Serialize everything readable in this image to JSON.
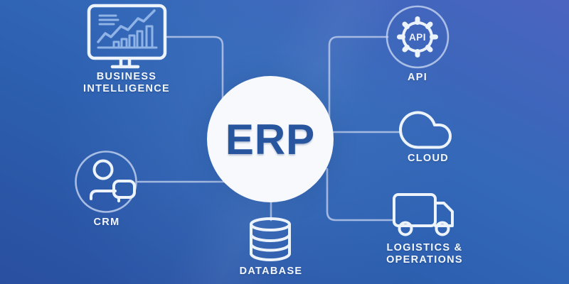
{
  "diagram": {
    "title": "ERP ecosystem diagram",
    "center": {
      "label": "ERP"
    },
    "nodes": [
      {
        "id": "business-intelligence",
        "label": "BUSINESS INTELLIGENCE",
        "label_lines": [
          "BUSINESS",
          "INTELLIGENCE"
        ],
        "icon": "monitor-chart-icon"
      },
      {
        "id": "api",
        "label": "API",
        "icon": "gear-api-icon",
        "icon_text": "API"
      },
      {
        "id": "cloud",
        "label": "CLOUD",
        "icon": "cloud-icon"
      },
      {
        "id": "crm",
        "label": "CRM",
        "icon": "person-chat-icon"
      },
      {
        "id": "database",
        "label": "DATABASE",
        "icon": "database-cylinder-icon"
      },
      {
        "id": "logistics-operations",
        "label": "LOGISTICS & OPERATIONS",
        "label_lines": [
          "LOGISTICS &",
          "OPERATIONS"
        ],
        "icon": "truck-icon"
      }
    ],
    "connections": [
      {
        "from": "business-intelligence",
        "to": "erp"
      },
      {
        "from": "api",
        "to": "erp"
      },
      {
        "from": "cloud",
        "to": "erp"
      },
      {
        "from": "crm",
        "to": "erp"
      },
      {
        "from": "database",
        "to": "erp"
      },
      {
        "from": "logistics-operations",
        "to": "erp"
      }
    ],
    "colors": {
      "background_top_right": "#4b64c0",
      "background_mid": "#2d60b0",
      "background_bottom_left": "#2a4fa0",
      "center_circle_fill": "#f7f9fc",
      "erp_text": "#27559e",
      "connector_line": "#b7c7e9",
      "icon_stroke": "#edf3fb",
      "icon_inner_detail": "#8fb3e6",
      "label_text": "#f3f7fd"
    }
  }
}
